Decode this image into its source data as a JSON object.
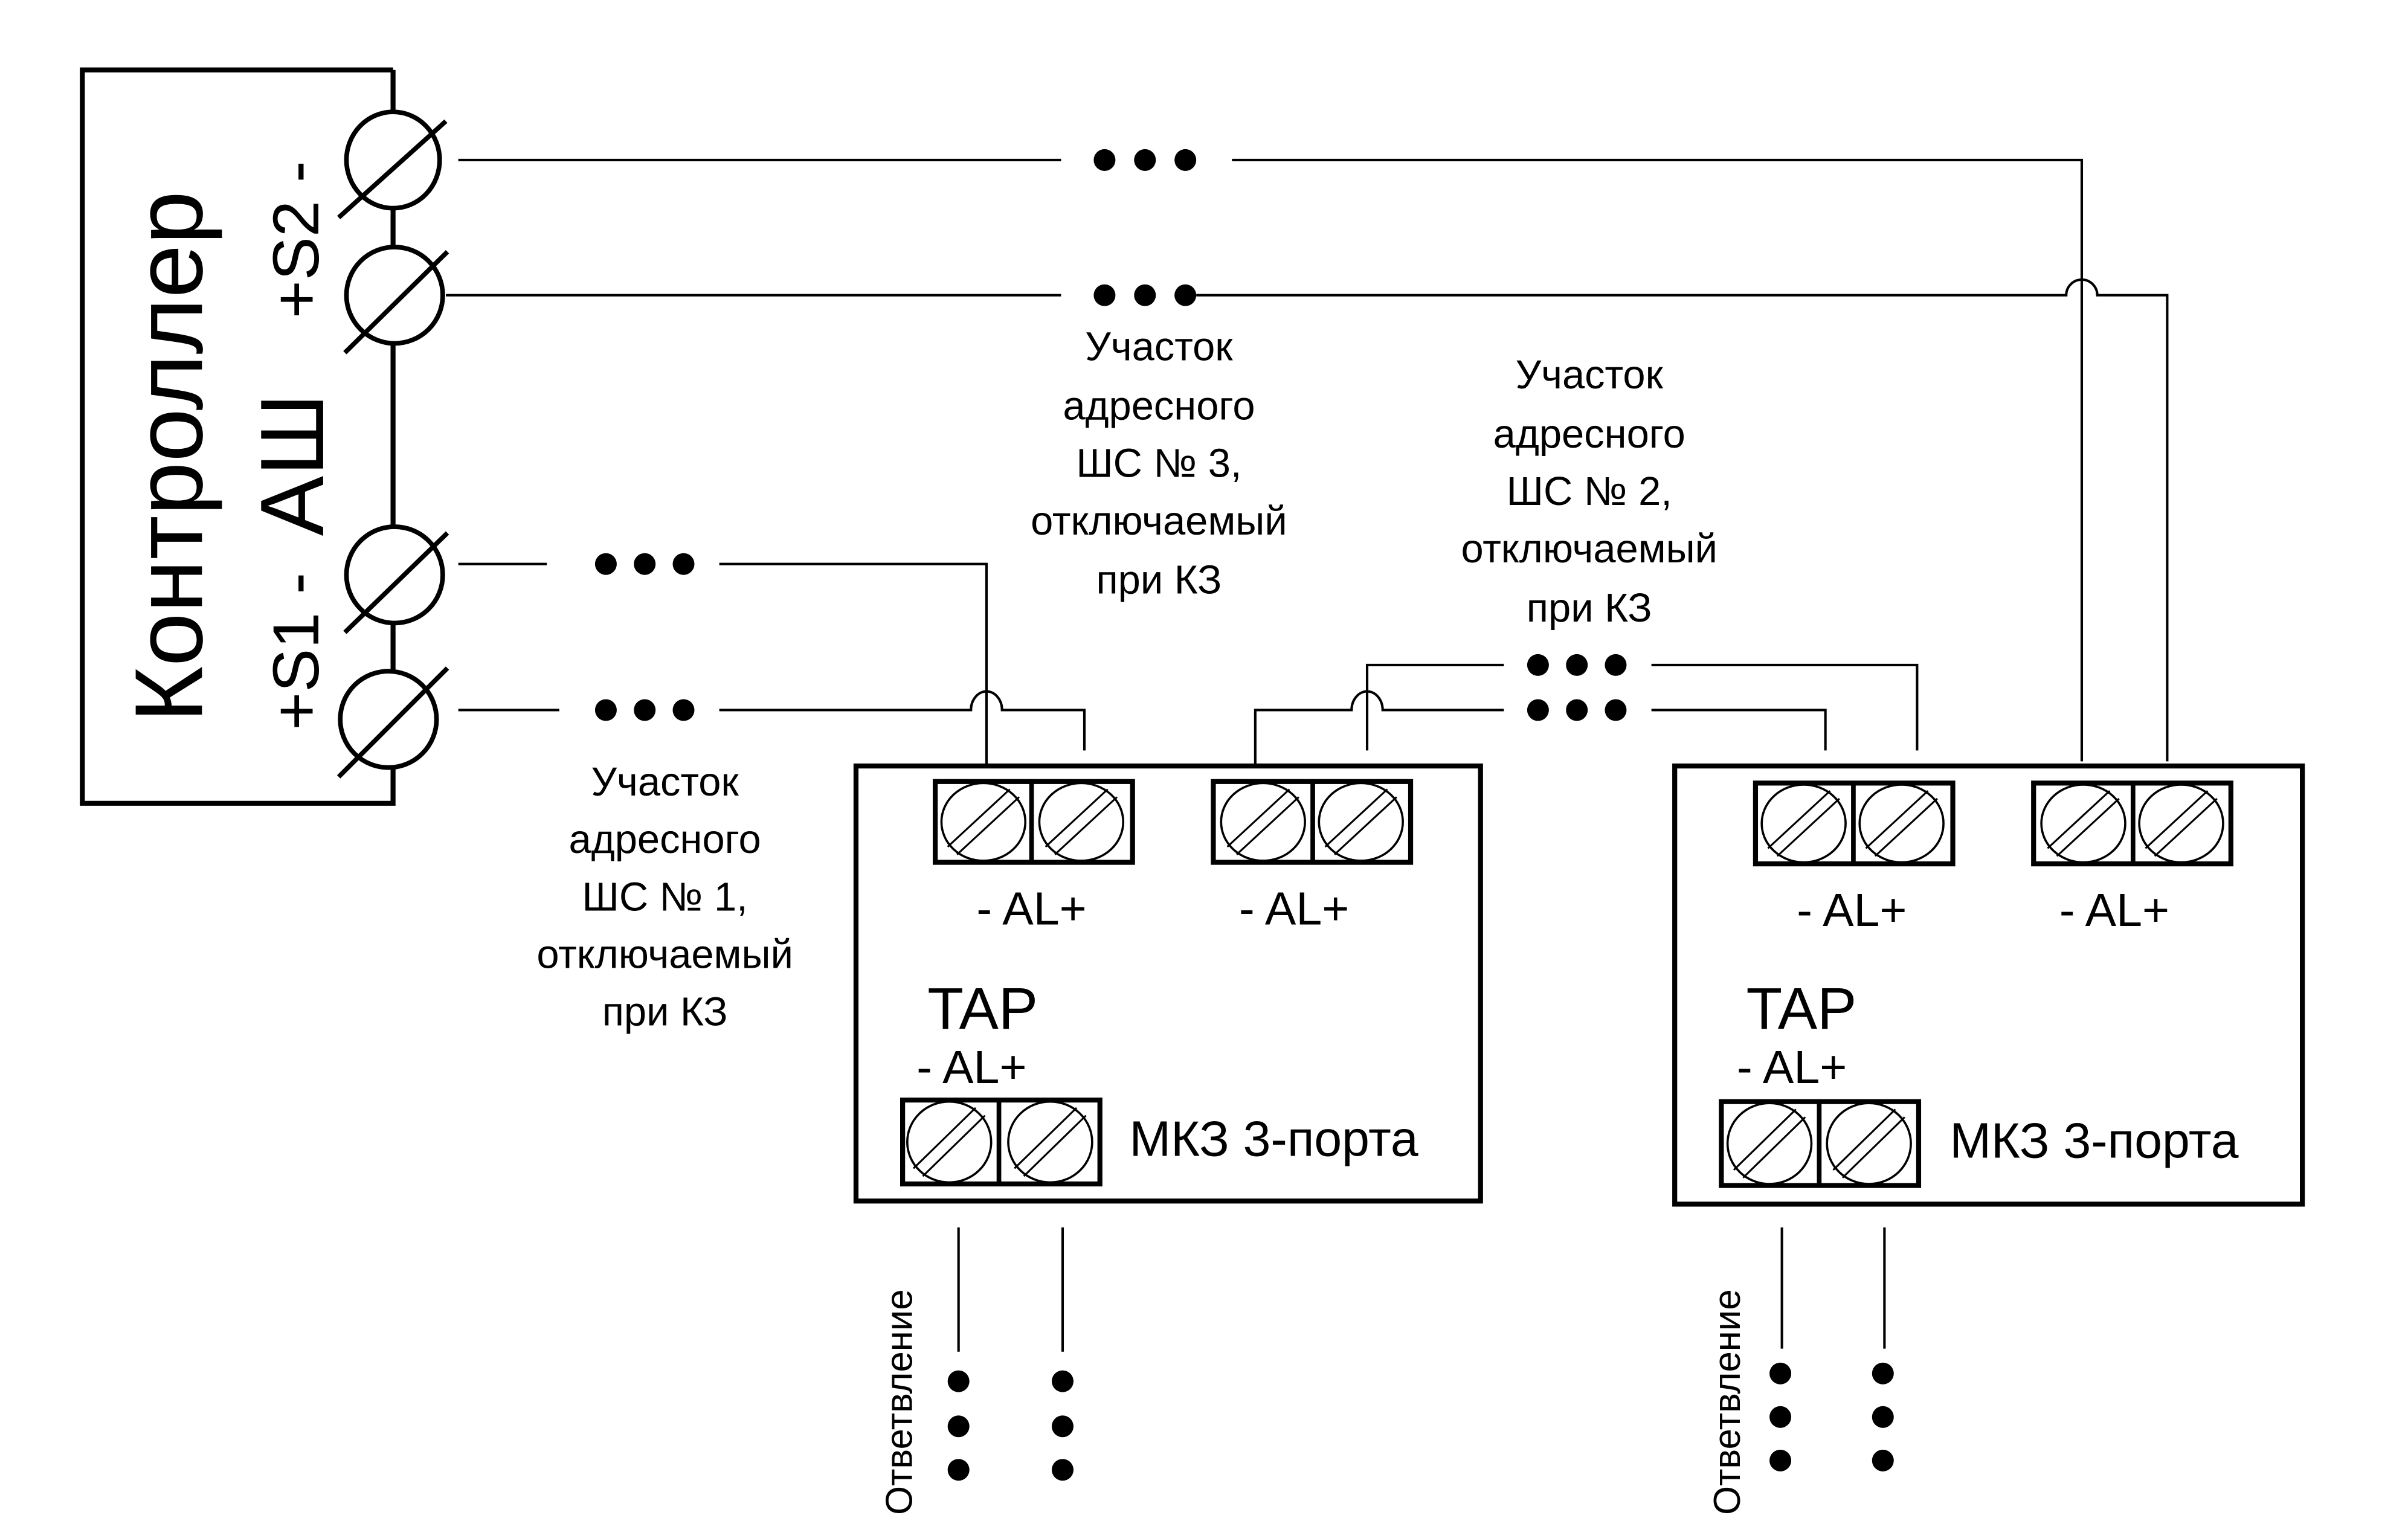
{
  "controller": {
    "title": "Контроллер",
    "subtitle": "АШ",
    "s1_label": "+S1 -",
    "s2_label": "+S2 -"
  },
  "segments": [
    {
      "line1": "Участок",
      "line2": "адресного",
      "line3": "ШС № 1,",
      "line4": "отключаемый",
      "line5": "при КЗ"
    },
    {
      "line1": "Участок",
      "line2": "адресного",
      "line3": "ШС № 2,",
      "line4": "отключаемый",
      "line5": "при КЗ"
    },
    {
      "line1": "Участок",
      "line2": "адресного",
      "line3": "ШС № 3,",
      "line4": "отключаемый",
      "line5": "при КЗ"
    }
  ],
  "modules": [
    {
      "name": "МКЗ 3-порта",
      "port_label_1": "- AL+",
      "port_label_2": "- AL+",
      "tap_label": "TAP",
      "tap_port_label": "- AL+",
      "branch_label": "Ответвление"
    },
    {
      "name": "МКЗ 3-порта",
      "port_label_1": "- AL+",
      "port_label_2": "- AL+",
      "tap_label": "TAP",
      "tap_port_label": "- AL+",
      "branch_label": "Ответвление"
    }
  ]
}
